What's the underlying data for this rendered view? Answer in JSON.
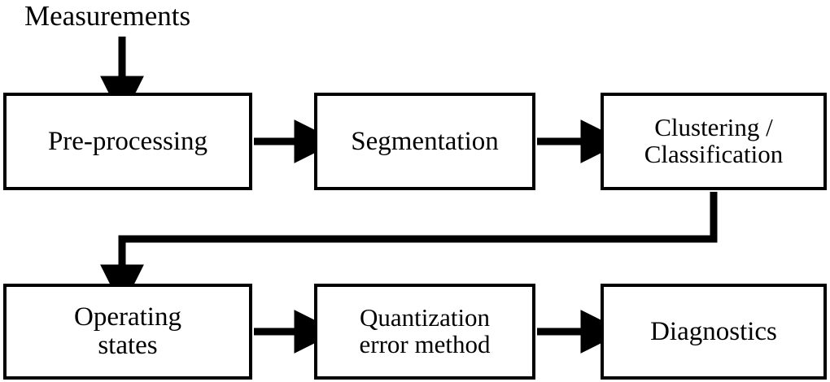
{
  "diagram": {
    "title_text": "Measurements",
    "stroke_color": "#000000",
    "background_color": "#ffffff",
    "nodes": [
      {
        "id": "pre-processing",
        "label": "Pre-processing"
      },
      {
        "id": "segmentation",
        "label": "Segmentation"
      },
      {
        "id": "clustering",
        "label": "Clustering /\nClassification"
      },
      {
        "id": "operating-states",
        "label": "Operating\nstates"
      },
      {
        "id": "quantization",
        "label": "Quantization\nerror method"
      },
      {
        "id": "diagnostics",
        "label": "Diagnostics"
      }
    ],
    "edges": [
      {
        "from": "measurements",
        "to": "pre-processing",
        "direction": "down"
      },
      {
        "from": "pre-processing",
        "to": "segmentation",
        "direction": "right"
      },
      {
        "from": "segmentation",
        "to": "clustering",
        "direction": "right"
      },
      {
        "from": "clustering",
        "to": "operating-states",
        "direction": "down-left-down"
      },
      {
        "from": "operating-states",
        "to": "quantization",
        "direction": "right"
      },
      {
        "from": "quantization",
        "to": "diagnostics",
        "direction": "right"
      }
    ]
  }
}
